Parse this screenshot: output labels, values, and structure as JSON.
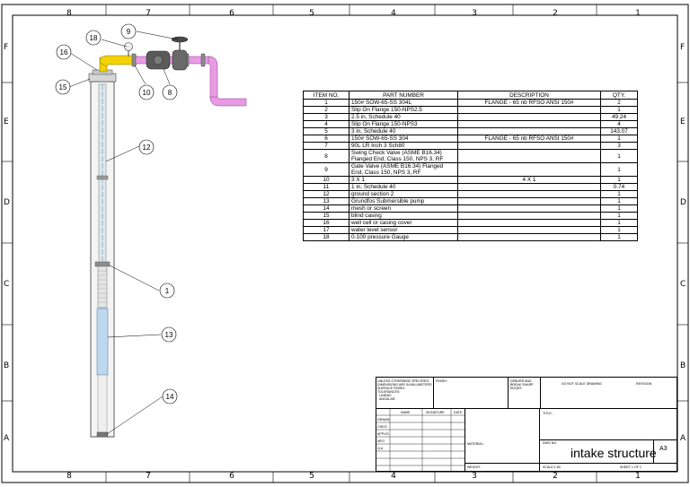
{
  "zones": {
    "columns": [
      "8",
      "7",
      "6",
      "5",
      "4",
      "3",
      "2",
      "1"
    ],
    "rows": [
      "F",
      "E",
      "D",
      "C",
      "B",
      "A"
    ]
  },
  "balloons": [
    "9",
    "18",
    "16",
    "15",
    "10",
    "8",
    "12",
    "1",
    "13",
    "14"
  ],
  "bom": {
    "headers": [
      "ITEM NO.",
      "PART NUMBER",
      "DESCRIPTION",
      "QTY."
    ],
    "rows": [
      [
        "1",
        "150# SOW-65-SS 304L",
        "FLANGE - 65 nb RFSO ANSI 150#",
        "2"
      ],
      [
        "2",
        "Slip On Flange 150-NPS2.5",
        "",
        "1"
      ],
      [
        "3",
        "2.5 in, Schedule 40",
        "",
        "49.24"
      ],
      [
        "4",
        "Slip On Flange 150-NPS3",
        "",
        "4"
      ],
      [
        "5",
        "3 in, Schedule 40",
        "",
        "143.07"
      ],
      [
        "6",
        "150# SOW-65-SS 304",
        "FLANGE - 65 nb RFSO ANSI 150#",
        "1"
      ],
      [
        "7",
        "90L LR Inch 3 Sch80",
        "",
        "3"
      ],
      [
        "8",
        "Swing Check Valve (ASME B16.34) Flanged End, Class 150, NPS 3, RF",
        "",
        "1"
      ],
      [
        "9",
        "Gate Valve (ASME B16.34) Flanged End, Class 150, NPS 3, RF",
        "",
        "1"
      ],
      [
        "10",
        "3 X 1",
        "4 X 1",
        "1"
      ],
      [
        "11",
        "1 in, Schedule 40",
        "",
        "0.74"
      ],
      [
        "12",
        "ground section 2",
        "",
        "1"
      ],
      [
        "13",
        "Grundfos Submersible pump",
        "",
        "1"
      ],
      [
        "14",
        "mesh or screen",
        "",
        "1"
      ],
      [
        "15",
        "blind casing",
        "",
        "1"
      ],
      [
        "16",
        "well cell or casing cover",
        "",
        "1"
      ],
      [
        "17",
        "water level sensor",
        "",
        "1"
      ],
      [
        "18",
        "0-100  pressure Gauge",
        "",
        "1"
      ]
    ]
  },
  "title_block": {
    "unless": "UNLESS OTHERWISE SPECIFIED:",
    "dims": "DIMENSIONS ARE IN MILLIMETERS",
    "surface": "SURFACE FINISH:",
    "tolerances": "TOLERANCES:",
    "linear": "LINEAR:",
    "angular": "ANGULAR:",
    "finish": "FINISH:",
    "deburr": "DEBURR AND BREAK SHARP EDGES",
    "do_not_scale": "DO NOT SCALE DRAWING",
    "revision": "REVISION",
    "name": "NAME",
    "signature": "SIGNATURE",
    "date": "DATE",
    "drawn": "DRAWN",
    "chkd": "CHK'D",
    "appvd": "APPV'D",
    "mfg": "MFG",
    "qa": "Q.A",
    "material": "MATERIAL:",
    "weight": "WEIGHT:",
    "title_label": "TITLE:",
    "dwg_no": "DWG NO.",
    "scale": "SCALE:1:50",
    "sheet": "SHEET 1 OF 1",
    "title": "intake structure",
    "size": "A3"
  }
}
